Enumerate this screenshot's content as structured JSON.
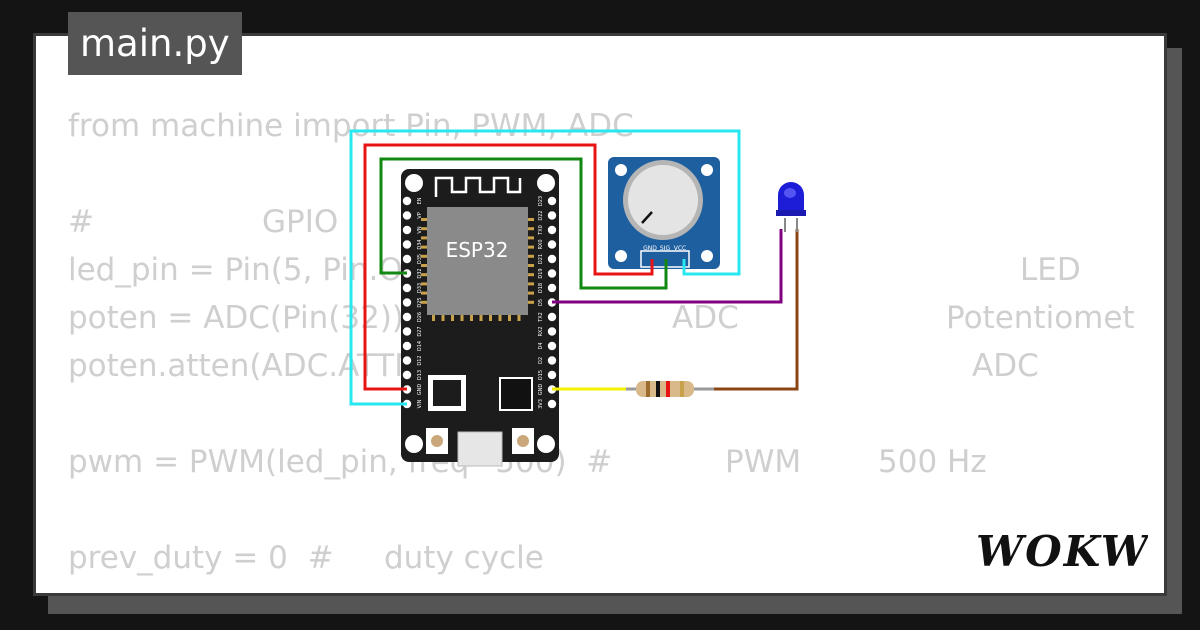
{
  "file_tab": {
    "name": "main.py"
  },
  "code": {
    "line1": "from machine import Pin, PWM, ADC",
    "line2a": "#",
    "line2b": "GPIO",
    "line3a": "led_pin = Pin(5, Pin.OUT)",
    "line3b": "LED",
    "line4a": "poten = ADC(Pin(32))",
    "line4b": "ADC",
    "line4c": "Potentiomet",
    "line5a": "poten.atten(ADC.ATTN_11DB)",
    "line5b": "ADC",
    "line6a": "pwm = PWM(led_pin, freq=500)  #",
    "line6b": "PWM",
    "line6c": "500 Hz",
    "line7a": "prev_duty = 0  #",
    "line7b": "duty cycle"
  },
  "board": {
    "chip_label": "ESP32",
    "pins_left": [
      "EN",
      "VP",
      "VN",
      "D34",
      "D35",
      "D32",
      "D33",
      "D25",
      "D26",
      "D27",
      "D14",
      "D12",
      "D13",
      "GND",
      "VIN"
    ],
    "pins_right": [
      "D23",
      "D22",
      "TX0",
      "RX0",
      "D21",
      "D19",
      "D18",
      "D5",
      "TX2",
      "RX2",
      "D4",
      "D2",
      "D15",
      "GND",
      "3V3"
    ]
  },
  "potentiometer": {
    "pins": [
      "GND",
      "SIG",
      "VCC"
    ]
  },
  "wire_colors": {
    "cyan": "#27e8f0",
    "red": "#e81414",
    "green": "#118811",
    "purple": "#800080",
    "yellow": "#f2f200",
    "brown": "#8b4513"
  },
  "brand": {
    "logo_text": "WOKWi"
  }
}
